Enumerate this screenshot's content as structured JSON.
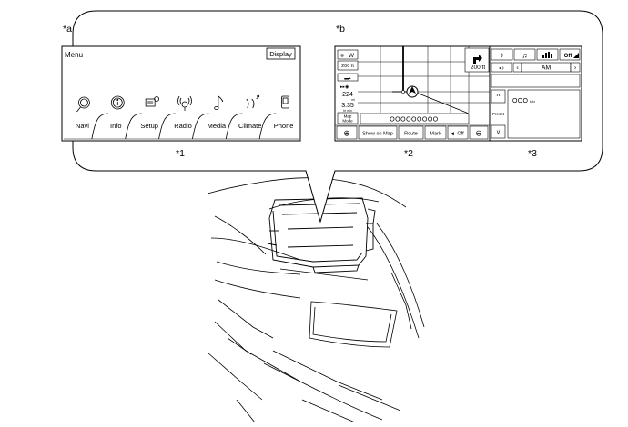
{
  "callouts": {
    "a": "*a",
    "b": "*b",
    "one": "*1",
    "two": "*2",
    "three": "*3"
  },
  "menu_screen": {
    "title": "Menu",
    "display_button": "Display",
    "tabs": [
      {
        "label": "Navi",
        "icon": "magnifier-icon"
      },
      {
        "label": "Info",
        "icon": "info-icon"
      },
      {
        "label": "Setup",
        "icon": "setup-icon"
      },
      {
        "label": "Radio",
        "icon": "radio-icon"
      },
      {
        "label": "Media",
        "icon": "music-note-icon"
      },
      {
        "label": "Climate",
        "icon": "fan-icon"
      },
      {
        "label": "Phone",
        "icon": "phone-icon"
      }
    ]
  },
  "map_screen": {
    "compass": "W",
    "scale": "200 ft",
    "turn_distance": "200 ft",
    "distance_value": "224",
    "distance_unit": "mi",
    "time_value": "3:35",
    "time_unit": "hr min",
    "map_mode": "Map Mode",
    "road_name": "OOOOOOOOO",
    "zoom_in": "⊕",
    "zoom_out": "⊖",
    "show_on_map": "Show on Map",
    "route": "Route",
    "mark": "Mark",
    "voice_off": "Off"
  },
  "audio_panel": {
    "band": "AM",
    "preset_label": "Preset",
    "frequency": "OOO",
    "frequency_unit": "kHz",
    "status": "Off"
  }
}
